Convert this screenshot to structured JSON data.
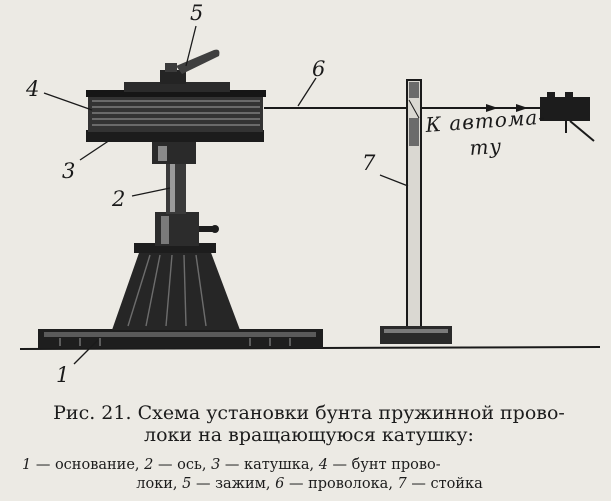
{
  "figure": {
    "labels": {
      "n1": "1",
      "n2": "2",
      "n3": "3",
      "n4": "4",
      "n5": "5",
      "n6": "6",
      "n7": "7"
    },
    "arrow_text_line1": "К автома-",
    "arrow_text_line2": "ту"
  },
  "caption": {
    "title_line1": "Рис. 21. Схема установки бунта пружинной прово-",
    "title_line2": "локи на вращающуюся катушку:",
    "legend": [
      {
        "num": "1",
        "text": " — основание, "
      },
      {
        "num": "2",
        "text": " — ось, "
      },
      {
        "num": "3",
        "text": " — катушка, "
      },
      {
        "num": "4",
        "text": " — бунт прово-"
      }
    ],
    "legend_line2": [
      {
        "num": "",
        "text": "локи, "
      },
      {
        "num": "5",
        "text": " — зажим, "
      },
      {
        "num": "6",
        "text": " — проволока, "
      },
      {
        "num": "7",
        "text": " — стойка"
      }
    ]
  }
}
